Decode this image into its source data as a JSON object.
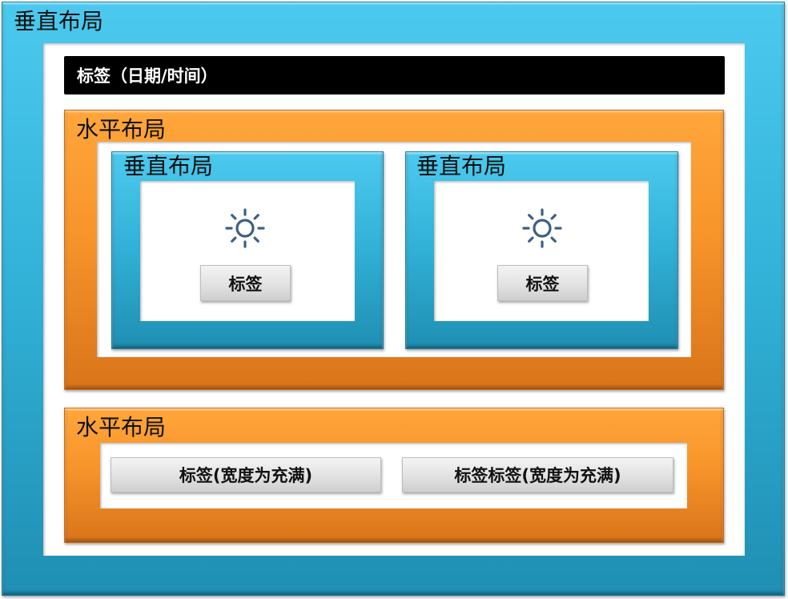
{
  "outer": {
    "title": "垂直布局"
  },
  "header_bar": {
    "label": "标签（日期/时间）"
  },
  "horizontal_1": {
    "title": "水平布局",
    "cards": [
      {
        "title": "垂直布局",
        "icon": "sun-icon",
        "button_label": "标签"
      },
      {
        "title": "垂直布局",
        "icon": "sun-icon",
        "button_label": "标签"
      }
    ]
  },
  "horizontal_2": {
    "title": "水平布局",
    "buttons": [
      {
        "label": "标签(宽度为充满)"
      },
      {
        "label": "标签标签(宽度为充满)"
      }
    ]
  },
  "colors": {
    "blue": "#33b3d9",
    "orange": "#f7942a",
    "black": "#000000",
    "icon": "#3e5f84"
  }
}
